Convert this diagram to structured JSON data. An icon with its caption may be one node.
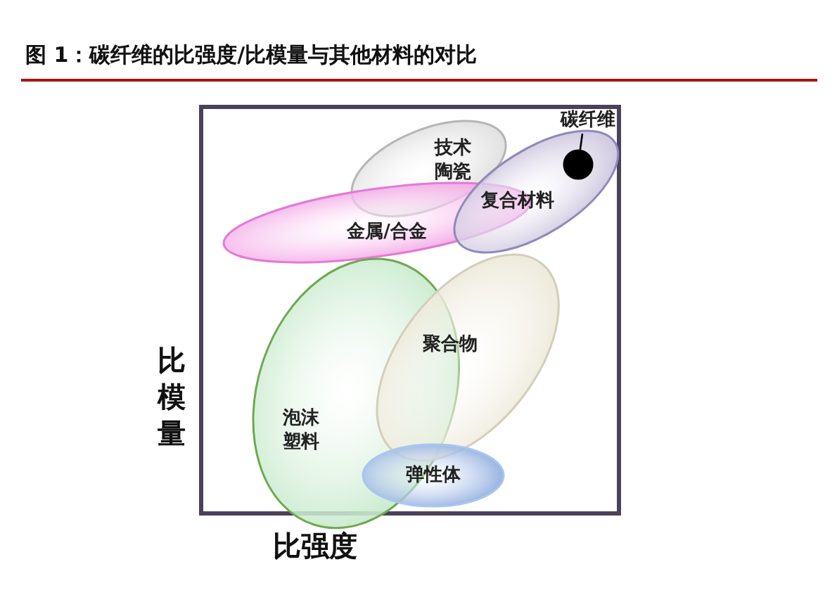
{
  "diagram": {
    "title": "图 1：碳纤维的比强度/比模量与其他材料的对比",
    "nodes": [
      {
        "text": [
          "技术陶瓷"
        ]
      },
      {
        "text": [
          "碳纤维"
        ]
      },
      {
        "text": [
          "复合材料"
        ]
      },
      {
        "text": [],
        "shape": "circle",
        "in": 2
      },
      {
        "text": [
          "金属/合金"
        ]
      },
      {
        "text": [
          "聚合物"
        ]
      },
      {
        "text": [
          "泡沫塑料"
        ]
      },
      {
        "text": [
          "弹性体"
        ]
      }
    ],
    "edges": [
      {
        "from": 1,
        "to": 3,
        "arrow": "none"
      }
    ],
    "labels": [
      "比模量",
      "比强度"
    ]
  }
}
